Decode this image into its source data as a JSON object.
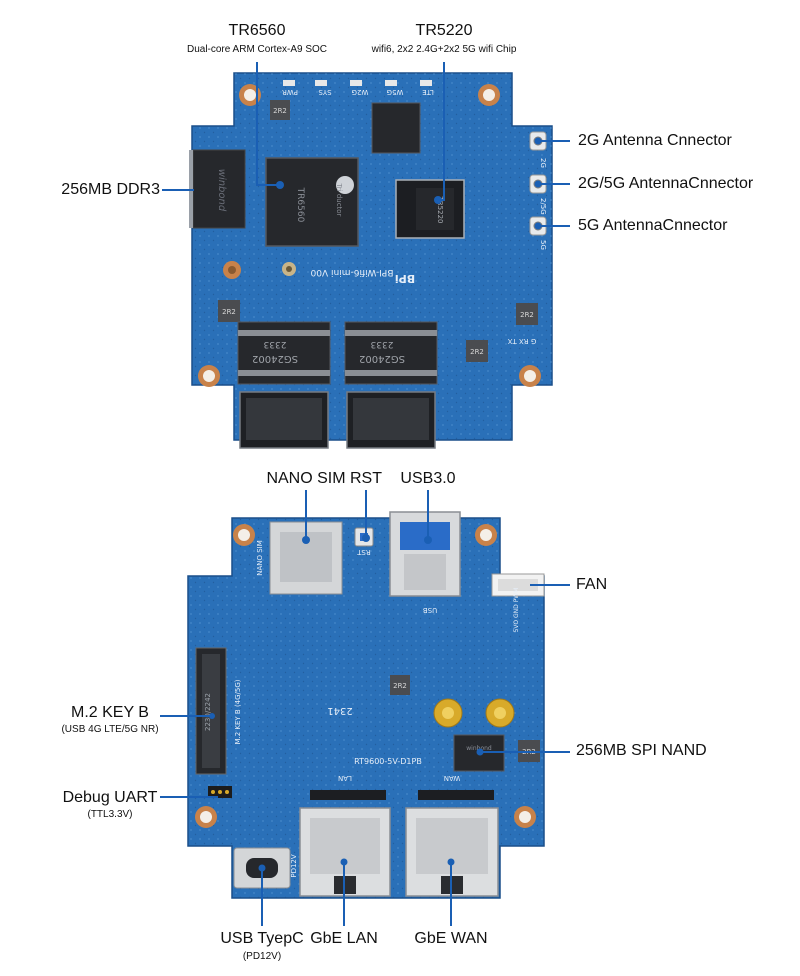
{
  "top": {
    "tr6560": {
      "title": "TR6560",
      "subtitle": "Dual-core ARM Cortex-A9 SOC"
    },
    "tr5220": {
      "title": "TR5220",
      "subtitle": "wifi6, 2x2 2.4G+2x2 5G wifi Chip"
    },
    "ddr": "256MB DDR3",
    "ant_2g": "2G Antenna Cnnector",
    "ant_25g": "2G/5G AntennaCnnector",
    "ant_5g": "5G AntennaCnnector"
  },
  "bottom": {
    "nano_sim": "NANO SIM",
    "rst": "RST",
    "usb3": "USB3.0",
    "fan": "FAN",
    "m2": {
      "title": "M.2 KEY B",
      "subtitle": "(USB 4G LTE/5G NR)"
    },
    "spi_nand": "256MB SPI NAND",
    "debug": {
      "title": "Debug UART",
      "subtitle": "(TTL3.3V)"
    },
    "usb_c": {
      "title": "USB TyepC",
      "subtitle": "(PD12V)"
    },
    "gbe_lan": "GbE LAN",
    "gbe_wan": "GbE WAN"
  },
  "silk": {
    "board_name": "BPI-Wifi6-mini V00",
    "bpi": "BPi",
    "led_pwr": "PWR",
    "led_sys": "SYS",
    "led_w2g": "W2G",
    "led_w5g": "W5G",
    "led_lte": "LTE",
    "ant_2g": "2G",
    "ant_25g": "2/5G",
    "ant_5g": "5G",
    "soc_brand": "Tri ductor",
    "soc_model": "TR6560",
    "wifi_model": "TR5220",
    "xfmr_1": "SG24002",
    "xfmr_2": "SG24002",
    "xfmr_code": "2333",
    "inductor": "2R2",
    "uart_pins": "G RX TX",
    "sim_silk": "NANO SIM",
    "rst_silk": "RST",
    "usb_silk": "USB",
    "fan_silk": "5VO GND PWM",
    "m2_silk": "M.2 KEY B (4G/5G)",
    "m2_size": "2230/2242",
    "lan_silk": "LAN",
    "wan_silk": "WAN",
    "model_silk": "RT9600-5V-D1PB",
    "pd_silk": "PD12V",
    "date_code": "2341"
  },
  "colors": {
    "pcb": "#2a70b8",
    "pcb_dark": "#1d5a9c",
    "pad": "#c8824a",
    "gold": "#d8aa2a",
    "chip": "#26282c",
    "leader": "#1a5fb4"
  }
}
